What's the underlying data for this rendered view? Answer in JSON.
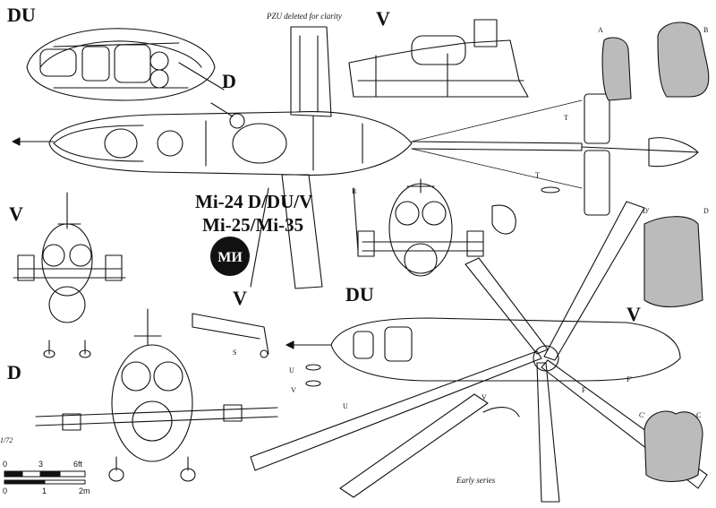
{
  "sheet": {
    "title_line1": "Mi-24 D/DU/V",
    "title_line2": "Mi-25/Mi-35",
    "logo_text": "МИ",
    "note_pzu": "PZU deleted for clarity",
    "note_early": "Early series",
    "scale_ratio": "1/72"
  },
  "view_labels": {
    "du_top": "DU",
    "v_top": "V",
    "d_top": "D",
    "v_left": "V",
    "v_mid": "V",
    "du_mid": "DU",
    "v_right": "V",
    "d_left": "D"
  },
  "section_labels": {
    "a": "A",
    "b": "B",
    "d_prime": "D'",
    "d": "D",
    "c_prime": "C'",
    "c": "C",
    "t1": "T",
    "t2": "T",
    "r": "R",
    "s": "S",
    "u1": "U",
    "v1": "V",
    "u2": "U",
    "v2": "V",
    "f": "F",
    "f2": "F'"
  },
  "scale": {
    "ft_ticks": [
      "0",
      "3",
      "6ft"
    ],
    "m_ticks": [
      "0",
      "1",
      "2m"
    ]
  }
}
